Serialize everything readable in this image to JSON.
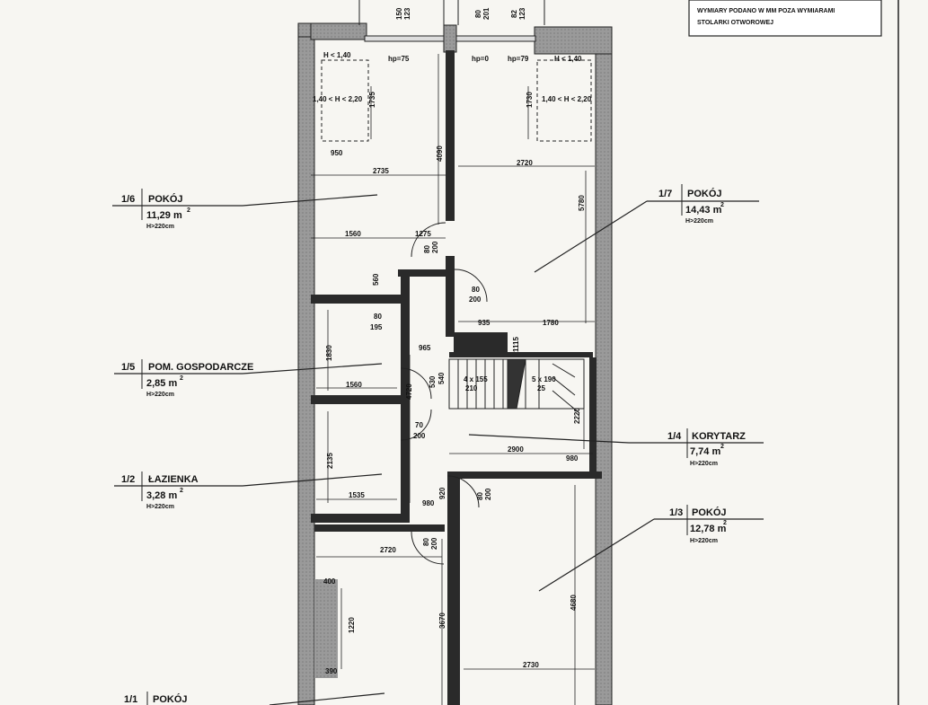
{
  "note": {
    "line1": "WYMIARY PODANO W MM POZA WYMIARAMI",
    "line2": "STOLARKI OTWOROWEJ"
  },
  "rooms": [
    {
      "num": "1/6",
      "name": "POKÓJ",
      "area": "11,29 m",
      "sup": "2",
      "height": "H>220cm"
    },
    {
      "num": "1/7",
      "name": "POKÓJ",
      "area": "14,43 m",
      "sup": "2",
      "height": "H>220cm"
    },
    {
      "num": "1/5",
      "name": "POM. GOSPODARCZE",
      "area": "2,85 m",
      "sup": "2",
      "height": "H>220cm"
    },
    {
      "num": "1/4",
      "name": "KORYTARZ",
      "area": "7,74 m",
      "sup": "2",
      "height": "H>220cm"
    },
    {
      "num": "1/2",
      "name": "ŁAZIENKA",
      "area": "3,28 m",
      "sup": "2",
      "height": "H>220cm"
    },
    {
      "num": "1/3",
      "name": "POKÓJ",
      "area": "12,78 m",
      "sup": "2",
      "height": "H>220cm"
    },
    {
      "num": "1/1",
      "name": "POKÓJ",
      "area": "",
      "sup": "",
      "height": ""
    }
  ],
  "labels": {
    "h_lt_140_a": "H < 1,40",
    "h_lt_140_b": "H < 1,40",
    "h_range_a": "1,40 < H < 2,20",
    "h_range_b": "1,40 < H < 2,20",
    "hp75": "hp=75",
    "hp0": "hp=0",
    "hp79": "hp=79"
  },
  "dims": {
    "top_a1": "150",
    "top_a2": "123",
    "top_b1": "80",
    "top_b2": "201",
    "top_c1": "82",
    "top_c2": "123",
    "d1735": "1735",
    "d1730": "1730",
    "d950": "950",
    "d4090": "4090",
    "d2735": "2735",
    "d2720a": "2720",
    "d5780": "5780",
    "d1560a": "1560",
    "d1275": "1275",
    "d80a": "80",
    "d200a": "200",
    "d560": "560",
    "d80b": "80",
    "d200b": "200",
    "d935": "935",
    "d1780": "1780",
    "d80c": "80",
    "d195": "195",
    "d965": "965",
    "d1115": "1115",
    "d1830": "1830",
    "d1560b": "1560",
    "d4720": "4720",
    "d530": "530",
    "d540": "540",
    "stair1a": "4 x 155",
    "stair1b": "210",
    "stair2a": "5 x 190",
    "stair2b": "25",
    "d2220": "2220",
    "d70": "70",
    "d200c": "200",
    "d2900": "2900",
    "d980a": "980",
    "d2135": "2135",
    "d1535": "1535",
    "d920": "920",
    "d980b": "980",
    "d80d": "80",
    "d200d": "200",
    "d80e": "80",
    "d200e": "200",
    "d2720b": "2720",
    "d4680": "4680",
    "d400": "400",
    "d1220": "1220",
    "d3670": "3670",
    "d390": "390",
    "d2730": "2730"
  }
}
